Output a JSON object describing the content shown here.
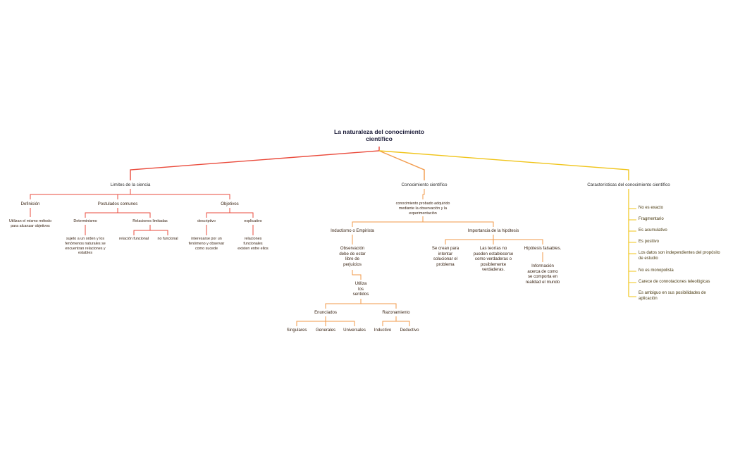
{
  "title": "La naturaleza del conocimiento\ncientífico",
  "colors": {
    "red": "#ea4b3c",
    "orange": "#f29a4a",
    "yellow": "#f0c419"
  },
  "limites": {
    "label": "Limites de la ciencia",
    "definicion": {
      "label": "Definición",
      "text": "Utilizan el mismo método\npara alcanzar objetivos"
    },
    "postulados": {
      "label": "Postulados comunes",
      "determinismo": {
        "label": "Determinismo",
        "text": "sujeto a un orden y los\nfenómenos naturales se\nencuentran relaciones y\nestables"
      },
      "relaciones": {
        "label": "Relaciones limitadas",
        "funcional": "relación funcional",
        "no_funcional": "no funcional"
      }
    },
    "objetivos": {
      "label": "Objetivos",
      "descriptivo": {
        "label": "descriptivo",
        "text": "interesarse  por un\nfenómeno y observar\ncomo sucede"
      },
      "explicativo": {
        "label": "explicativo",
        "text": "relaciones\nfuncionales\nexisten entre ellos"
      }
    }
  },
  "conocimiento": {
    "label": "Conocimiento científico",
    "definicion": "conocimiento probado adquirido\nmediante la observación y la\nexperimentación",
    "inductismo": {
      "label": "Inductismo o Empirista",
      "observacion": "Observación\ndebe de estar\nlibre de\nperjuicios",
      "utiliza": "Utiliza\nlos\nsentidos",
      "enunciados": {
        "label": "Enunciados",
        "items": [
          "Singulares",
          "Generales",
          "Universales"
        ]
      },
      "razonamiento": {
        "label": "Razonamiento",
        "items": [
          "Inductivo",
          "Deductivo"
        ]
      }
    },
    "importancia": {
      "label": "Importancia de la hipótesis",
      "items": [
        "Se crean para\nintentar\nsolucionar el\nproblema",
        "Las teorías no\npueden establecerse\ncomo verdaderas o\nposiblemente\nverdaderas.",
        "Hipótesis falsables."
      ],
      "informacion": "Información\nacerca de como\nse comporta en\nrealidad el mundo"
    }
  },
  "caracteristicas": {
    "label": "Características del conocimiento científico",
    "items": [
      "No es exacto",
      "Fragmentario",
      "Es acumulativo",
      "Es positivo",
      "Los datos son independientes del propósito\nde estudio",
      "No es monopolista",
      "Carece de connotaciones teleológicas",
      "Es ambiguo en sus posibilidades de\naplicación"
    ]
  }
}
